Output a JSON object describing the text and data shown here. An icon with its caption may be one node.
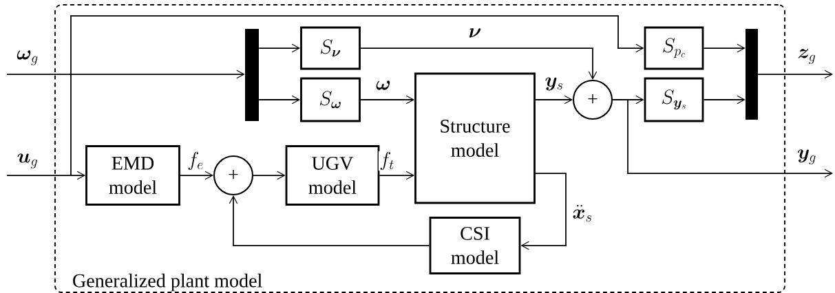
{
  "diagram": {
    "nodes": [
      {
        "text": [
          "Generalized plant model"
        ]
      },
      {
        "text": [],
        "shape": "bar",
        "in": 0
      },
      {
        "text": [
          "S_{\\bm{\\nu}}"
        ],
        "in": 0
      },
      {
        "text": [
          "S_{\\bm{\\omega}}"
        ],
        "in": 0
      },
      {
        "text": [
          "EMD model"
        ],
        "in": 0
      },
      {
        "text": [
          "+"
        ],
        "in": 0
      },
      {
        "text": [
          "UGV model"
        ],
        "in": 0
      },
      {
        "text": [
          "Structure model"
        ],
        "in": 0
      },
      {
        "text": [
          "CSI model"
        ],
        "in": 0
      },
      {
        "text": [
          "+"
        ],
        "in": 0
      },
      {
        "text": [
          "S_{p_c}"
        ],
        "in": 0
      },
      {
        "text": [
          "S_{\\bm{y}_s}"
        ],
        "in": 0
      },
      {
        "text": [],
        "shape": "bar",
        "in": 0
      }
    ],
    "edges": [
      {
        "from": null,
        "to": 1,
        "arrow": "to",
        "label": "\\bm{\\omega}_g"
      },
      {
        "from": null,
        "to": 4,
        "arrow": "to",
        "label": "\\bm{u}_g"
      },
      {
        "from": null,
        "to": 10,
        "arrow": "to"
      },
      {
        "from": 1,
        "to": 2,
        "arrow": "to"
      },
      {
        "from": 1,
        "to": 3,
        "arrow": "to"
      },
      {
        "from": 2,
        "to": 9,
        "arrow": "to",
        "label": "\\bm{\\nu}"
      },
      {
        "from": 3,
        "to": 7,
        "arrow": "to",
        "label": "\\bm{\\omega}"
      },
      {
        "from": 4,
        "to": 5,
        "arrow": "to",
        "label": "f_e"
      },
      {
        "from": 5,
        "to": 6,
        "arrow": "to"
      },
      {
        "from": 6,
        "to": 7,
        "arrow": "to",
        "label": "f_t"
      },
      {
        "from": 7,
        "to": 9,
        "arrow": "to",
        "label": "\\bm{y}_s"
      },
      {
        "from": 7,
        "to": 8,
        "arrow": "to",
        "label": "\\ddot{\\bm{x}}_s"
      },
      {
        "from": 8,
        "to": 5,
        "arrow": "to"
      },
      {
        "from": 9,
        "to": 11,
        "arrow": "to"
      },
      {
        "from": 9,
        "to": null,
        "arrow": "to",
        "label": "\\bm{y}_g"
      },
      {
        "from": 10,
        "to": 12,
        "arrow": "to"
      },
      {
        "from": 11,
        "to": 12,
        "arrow": "to"
      },
      {
        "from": 12,
        "to": null,
        "arrow": "to",
        "label": "\\bm{z}_g"
      }
    ]
  }
}
